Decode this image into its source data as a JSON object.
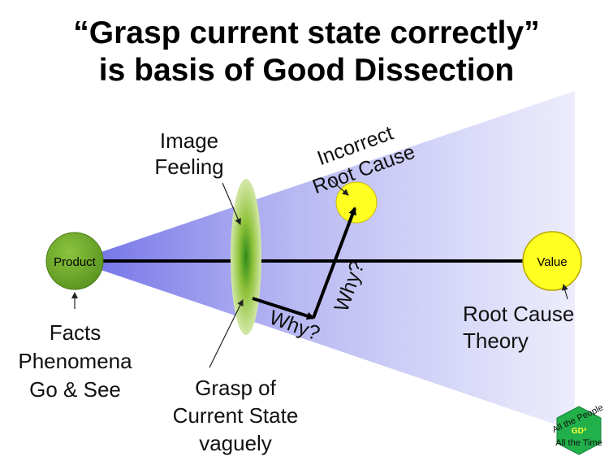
{
  "title": {
    "line1": "“Grasp current state correctly”",
    "line2": "is basis of Good Dissection"
  },
  "nodes": {
    "product": "Product",
    "value": "Value"
  },
  "labels": {
    "image_feeling": [
      "Image",
      "Feeling"
    ],
    "incorrect_root_cause": [
      "Incorrect",
      "Root Cause"
    ],
    "facts": [
      "Facts",
      "Phenomena",
      "Go & See"
    ],
    "grasp": [
      "Grasp of",
      "Current State",
      "vaguely"
    ],
    "root_cause_theory": [
      "Root Cause",
      "Theory"
    ],
    "why_horizontal": "Why?",
    "why_vertical": "Why?"
  },
  "badge": {
    "top_text": "All the People",
    "center_text": "GD³",
    "bottom_text": "All the Time"
  },
  "colors": {
    "product_fill": "#6aa22a",
    "value_fill": "#ffff22",
    "incorrect_fill": "#ffff22",
    "cone": "#7070e8",
    "ellipse": "#9ac83a",
    "badge": "#22b04a"
  }
}
